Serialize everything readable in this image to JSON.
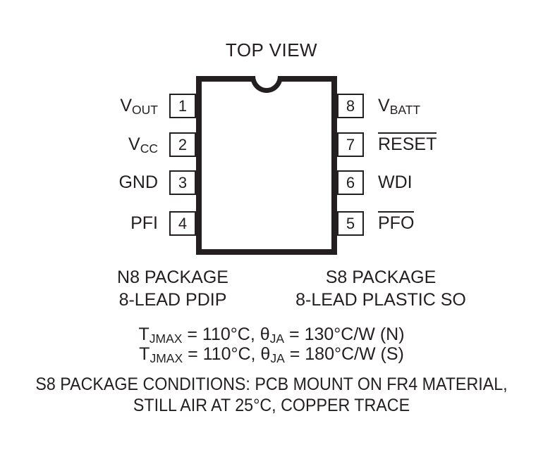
{
  "title": "TOP VIEW",
  "package": {
    "notch_icon": "package-notch",
    "left_column": {
      "name": "N8 PACKAGE",
      "description": "8-LEAD PDIP"
    },
    "right_column": {
      "name": "S8 PACKAGE",
      "description": "8-LEAD PLASTIC SO"
    }
  },
  "pins": {
    "left": [
      {
        "number": "1",
        "label": "V",
        "sub": "OUT",
        "overline": false
      },
      {
        "number": "2",
        "label": "V",
        "sub": "CC",
        "overline": false
      },
      {
        "number": "3",
        "label": "GND",
        "sub": "",
        "overline": false
      },
      {
        "number": "4",
        "label": "PFI",
        "sub": "",
        "overline": false
      }
    ],
    "right": [
      {
        "number": "8",
        "label": "V",
        "sub": "BATT",
        "overline": false
      },
      {
        "number": "7",
        "label": "RESET",
        "sub": "",
        "overline": true
      },
      {
        "number": "6",
        "label": "WDI",
        "sub": "",
        "overline": false
      },
      {
        "number": "5",
        "label": "PFO",
        "sub": "",
        "overline": true
      }
    ]
  },
  "thermal": {
    "n_line": {
      "tj_symbol": "T",
      "tj_sub": "JMAX",
      "tj_value": " = 110°C, ",
      "theta_symbol": "θ",
      "theta_sub": "JA",
      "theta_value": " = 130°C/W (N)"
    },
    "s_line": {
      "tj_symbol": "T",
      "tj_sub": "JMAX",
      "tj_value": " = 110°C, ",
      "theta_symbol": "θ",
      "theta_sub": "JA",
      "theta_value": " = 180°C/W (S)"
    }
  },
  "conditions": {
    "line1": "S8 PACKAGE CONDITIONS: PCB MOUNT ON FR4 MATERIAL,",
    "line2": "STILL AIR AT 25°C, COPPER TRACE"
  },
  "colors": {
    "ink": "#231f20",
    "background": "#ffffff"
  }
}
